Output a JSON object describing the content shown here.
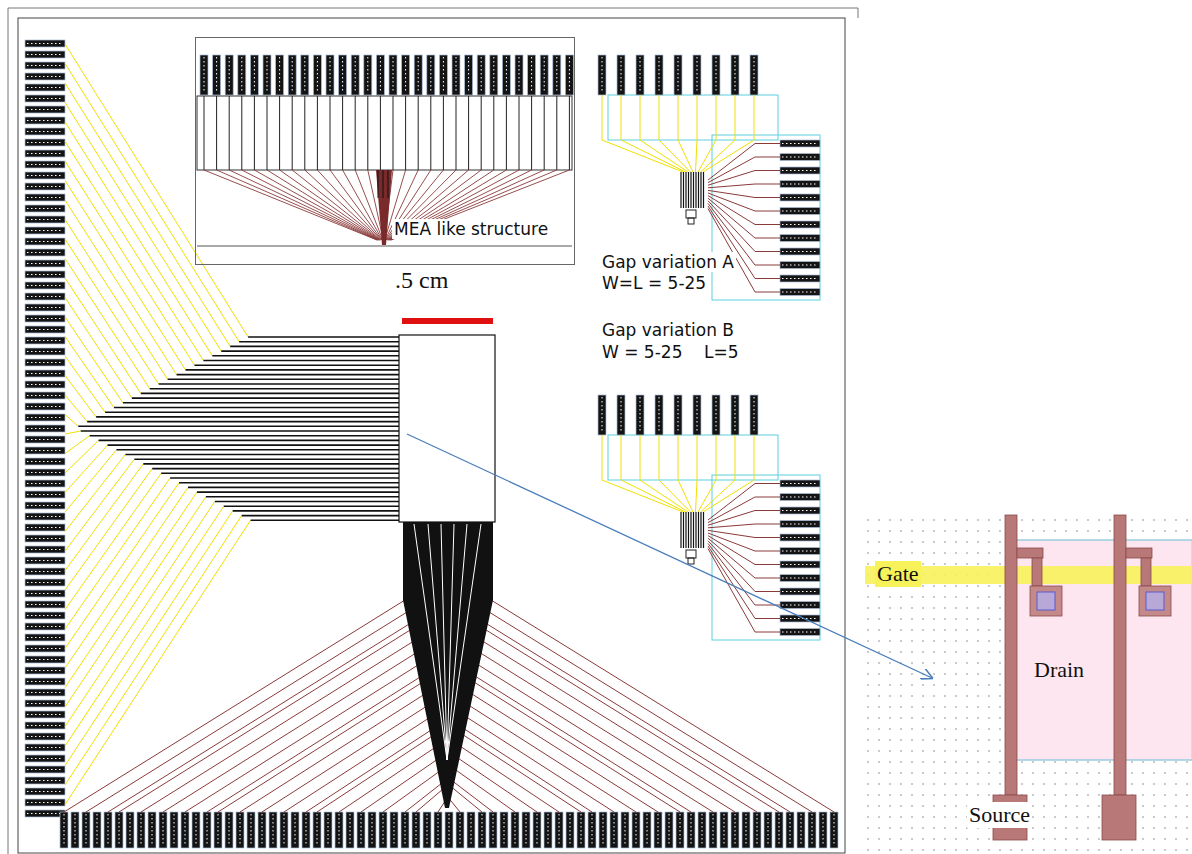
{
  "diagram": {
    "nodes": [
      {
        "text": [
          "MEA like structure"
        ]
      }
    ],
    "labels": [
      ".5 cm",
      "Gap variation A",
      "W=L = 5-25",
      "Gap variation B",
      "W = 5-25    L=5",
      "Gate",
      "Drain",
      "Source"
    ]
  }
}
